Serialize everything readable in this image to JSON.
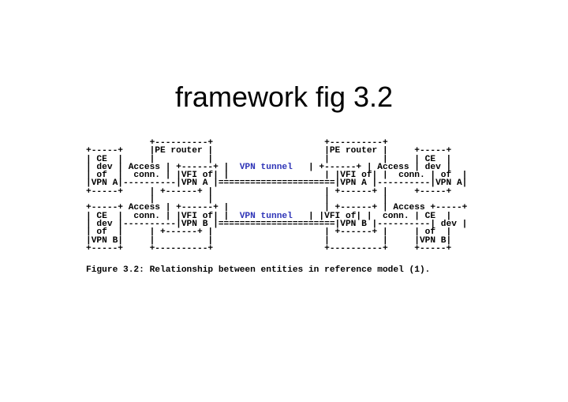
{
  "slide": {
    "title": "framework fig 3.2",
    "caption": "Figure 3.2: Relationship between entities in reference model (1)."
  },
  "diagram": {
    "tunnel_color": "#2e34b7",
    "lines": [
      [
        {
          "t": "            +----------+                     +----------+"
        }
      ],
      [
        {
          "t": "+-----+     |PE router |                     |PE router |     +-----+"
        }
      ],
      [
        {
          "t": "| CE  |     |          |                     |          |     | CE  |"
        }
      ],
      [
        {
          "t": "| dev | Access | +------+ |  "
        },
        {
          "t": "VPN tunnel",
          "tunnel": true
        },
        {
          "t": "   | +------+ | Access | dev |"
        }
      ],
      [
        {
          "t": "| of  |  conn. | |VFI of| |                  | |VFI of| |  conn. | of  |"
        }
      ],
      [
        {
          "t": "|VPN A|----------|VPN A |======================|VPN A |----------|VPN A|"
        }
      ],
      [
        {
          "t": "+-----+     | +------+ |                     | +------+ |     +-----+"
        }
      ],
      [
        {
          "t": "            |          |                     |          |"
        }
      ],
      [
        {
          "t": "+-----+ Access | +------+ |                  | +------+ | Access +-----+"
        }
      ],
      [
        {
          "t": "| CE  |  conn. | |VFI of| |  "
        },
        {
          "t": "VPN tunnel",
          "tunnel": true
        },
        {
          "t": "   | |VFI of| |  conn. | CE  |"
        }
      ],
      [
        {
          "t": "| dev |----------|VPN B |======================|VPN B |----------| dev |"
        }
      ],
      [
        {
          "t": "| of  |     | +------+ |                     | +------+ |     | of  |"
        }
      ],
      [
        {
          "t": "|VPN B|     |          |                     |          |     |VPN B|"
        }
      ],
      [
        {
          "t": "+-----+     +----------+                     +----------+     +-----+"
        }
      ]
    ]
  }
}
